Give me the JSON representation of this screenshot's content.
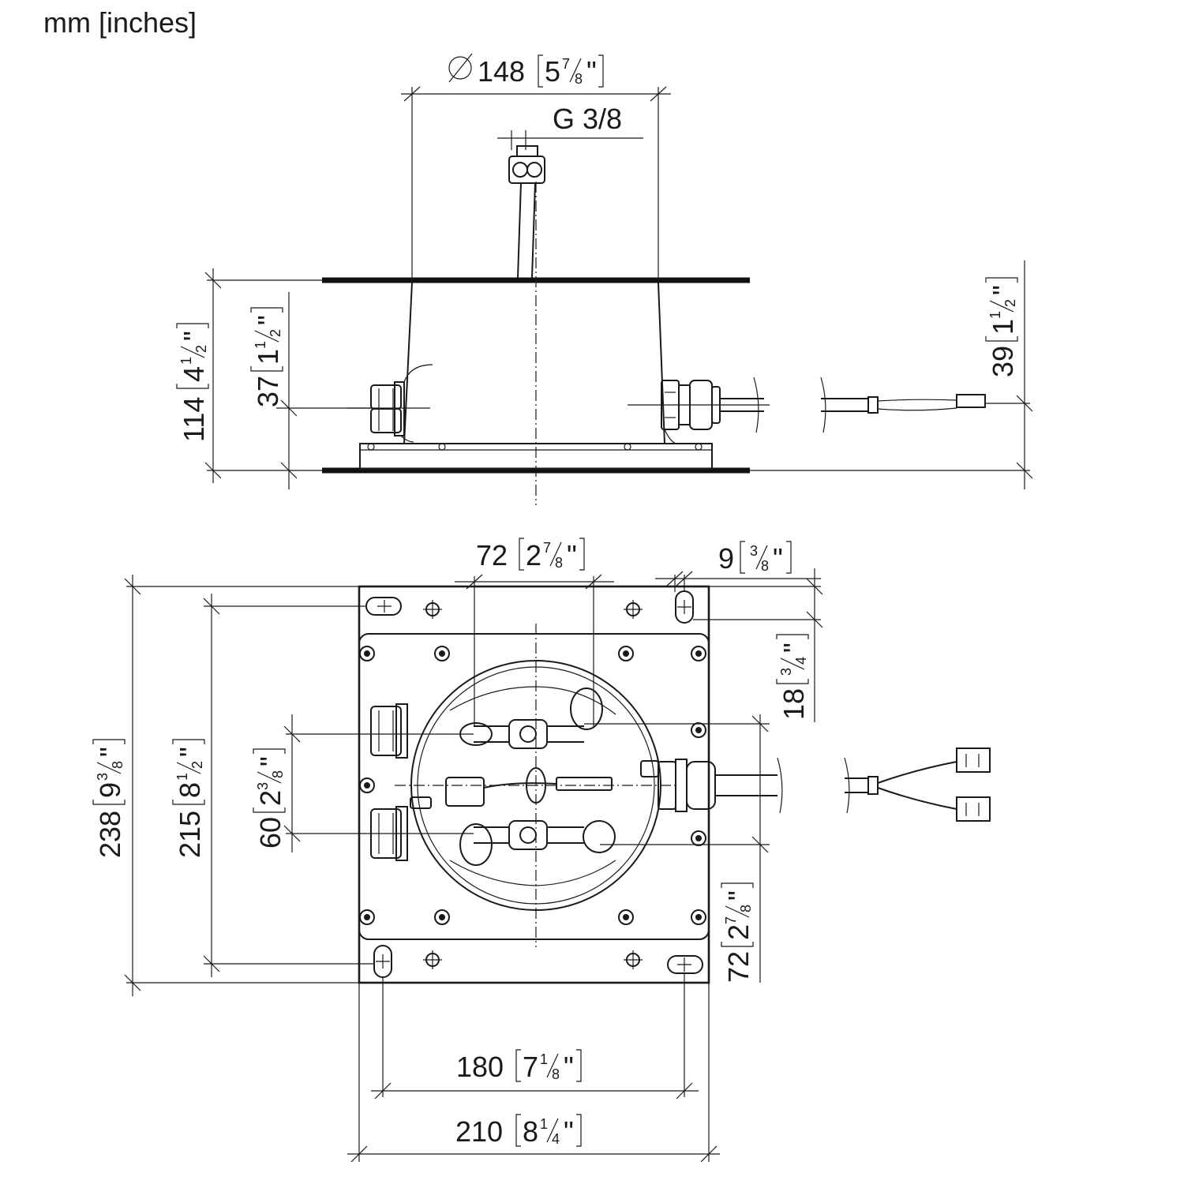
{
  "units_label": "mm [inches]",
  "side_view": {
    "diameter": {
      "mm": "148",
      "in_whole": "5",
      "in_num": "7",
      "in_den": "8"
    },
    "thread": "G 3/8",
    "total_height": {
      "mm": "114",
      "in_whole": "4",
      "in_num": "1",
      "in_den": "2"
    },
    "outlet_height": {
      "mm": "37",
      "in_whole": "1",
      "in_num": "1",
      "in_den": "2"
    },
    "cable_height": {
      "mm": "39",
      "in_whole": "1",
      "in_num": "1",
      "in_den": "2"
    }
  },
  "top_view": {
    "screw_spacing_top": {
      "mm": "72",
      "in_whole": "2",
      "in_num": "7",
      "in_den": "8"
    },
    "slot_offset": {
      "mm": "9",
      "in_whole": "",
      "in_num": "3",
      "in_den": "8"
    },
    "slot_row_offset": {
      "mm": "18",
      "in_whole": "",
      "in_num": "3",
      "in_den": "4"
    },
    "outer_height": {
      "mm": "238",
      "in_whole": "9",
      "in_num": "3",
      "in_den": "8"
    },
    "slot_height": {
      "mm": "215",
      "in_whole": "8",
      "in_num": "1",
      "in_den": "2"
    },
    "outlet_spacing": {
      "mm": "60",
      "in_whole": "2",
      "in_num": "3",
      "in_den": "8"
    },
    "screw_spacing_side": {
      "mm": "72",
      "in_whole": "2",
      "in_num": "7",
      "in_den": "8"
    },
    "slot_width": {
      "mm": "180",
      "in_whole": "7",
      "in_num": "1",
      "in_den": "8"
    },
    "outer_width": {
      "mm": "210",
      "in_whole": "8",
      "in_num": "1",
      "in_den": "4"
    }
  }
}
